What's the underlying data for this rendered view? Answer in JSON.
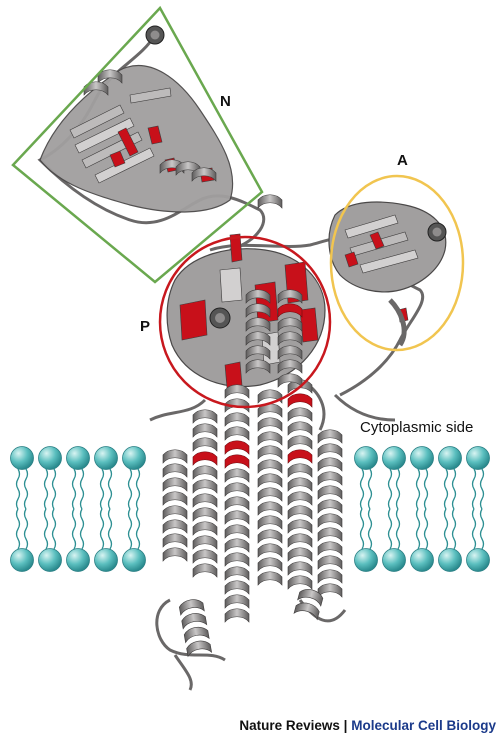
{
  "labels": {
    "n_domain": "N",
    "a_domain": "A",
    "p_domain": "P",
    "cytoplasmic": "Cytoplasmic side"
  },
  "credit": {
    "journal": "Nature Reviews",
    "separator": "|",
    "subject": "Molecular Cell Biology"
  },
  "colors": {
    "n_box": "#6aa84f",
    "a_circle": "#f1c550",
    "p_circle": "#c8181e",
    "protein": "#8c8a8a",
    "highlight": "#c8101a",
    "lipid_head": "#5bbfbf",
    "credit_blue": "#1b3a8a"
  },
  "icons": {
    "protein": "protein-ribbon-icon",
    "lipid": "lipid-molecule-icon"
  }
}
